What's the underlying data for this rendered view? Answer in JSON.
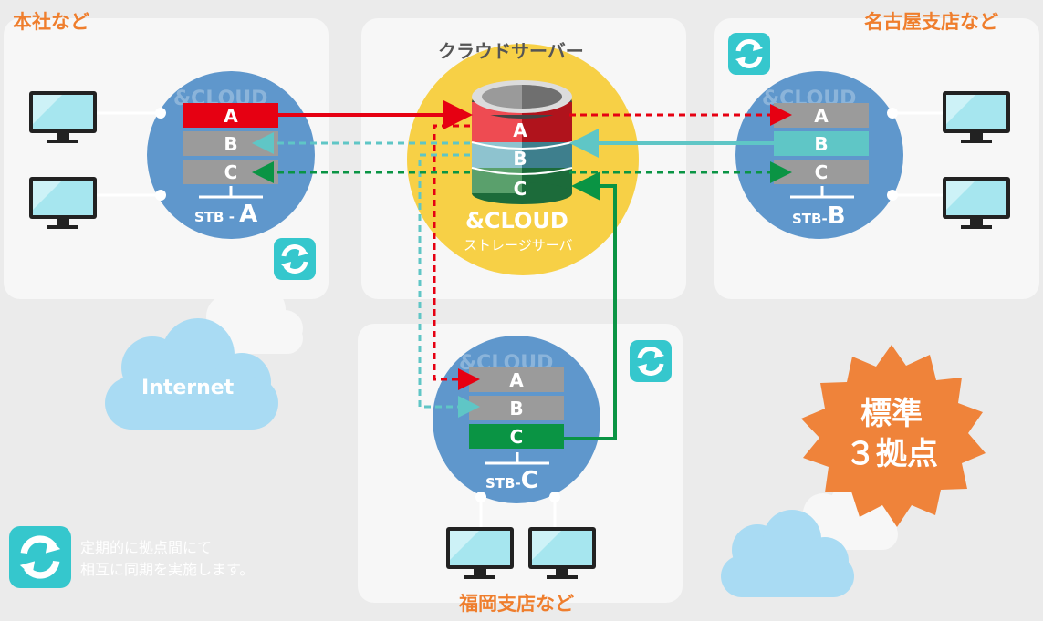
{
  "sites": {
    "honsha": {
      "label": "本社など",
      "stb_prefix": "STB - ",
      "stb_letter": "A"
    },
    "nagoya": {
      "label": "名古屋支店など",
      "stb_prefix": "STB-",
      "stb_letter": "B"
    },
    "fukuoka": {
      "label": "福岡支店など",
      "stb_prefix": "STB-",
      "stb_letter": "C"
    }
  },
  "server": {
    "title": "クラウドサーバー",
    "brand": "&CLOUD",
    "subtitle": "ストレージサーバ",
    "partitions": [
      "A",
      "B",
      "C"
    ]
  },
  "watermark": "&CLOUD",
  "slots": {
    "a": "A",
    "b": "B",
    "c": "C"
  },
  "internet_label": "Internet",
  "badge": {
    "line1": "標準",
    "line2": "３拠点"
  },
  "legend": {
    "line1": "定期的に拠点間にて",
    "line2": "相互に同期を実施します。",
    "icon": "sync-icon"
  },
  "colors": {
    "accent_orange": "#ef7e2d",
    "red": "#e60012",
    "teal": "#5fc6c6",
    "green": "#0a9444",
    "blue_circle": "#5f97cc",
    "server_yellow": "#f7d046",
    "sync_icon": "#35c7cd"
  }
}
